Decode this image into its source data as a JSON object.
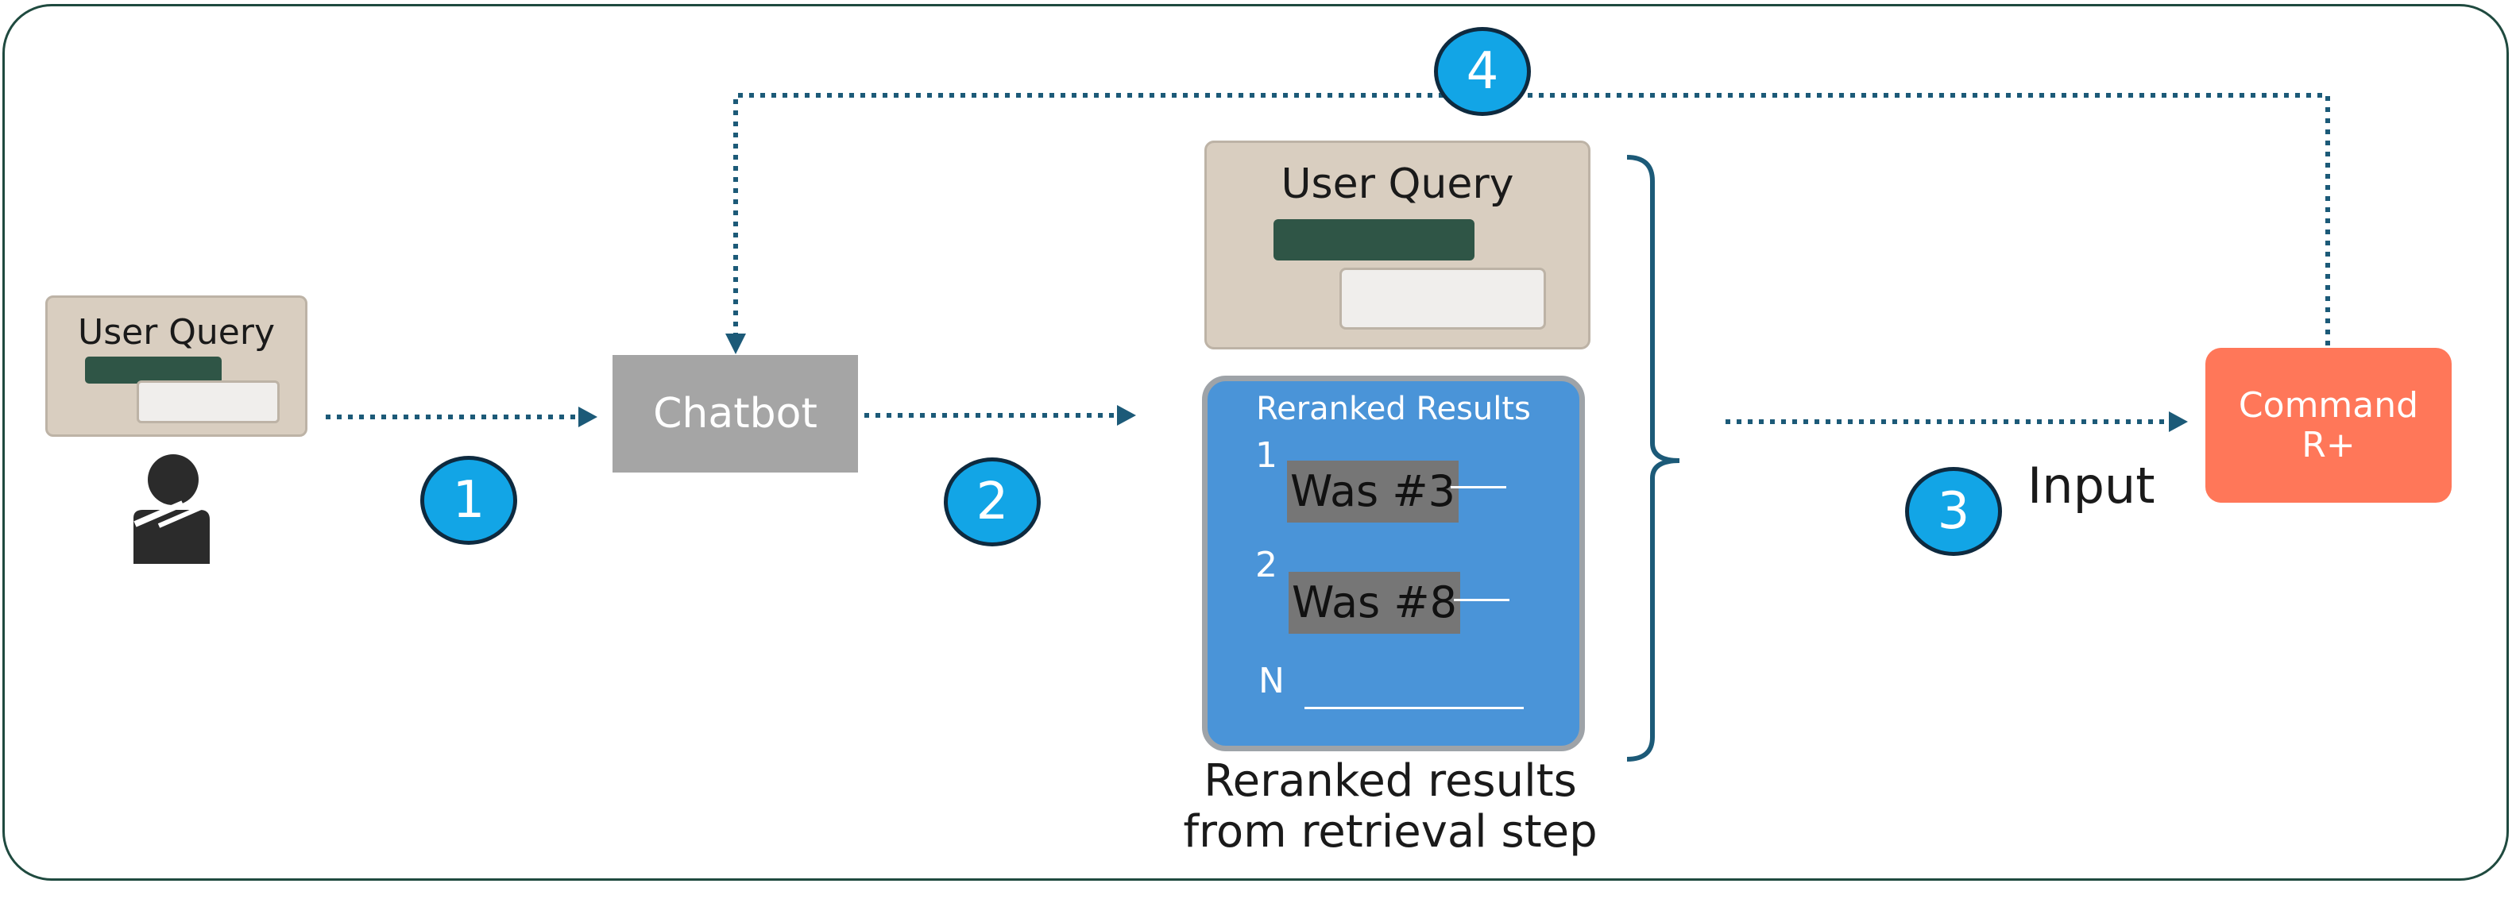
{
  "user_query_small": {
    "title": "User Query"
  },
  "chatbot": {
    "label": "Chatbot"
  },
  "user_query_large": {
    "title": "User Query"
  },
  "reranked_card": {
    "title": "Reranked Results",
    "items": [
      {
        "rank": "1",
        "label": "Was #3"
      },
      {
        "rank": "2",
        "label": "Was #8"
      },
      {
        "rank": "N",
        "label": ""
      }
    ]
  },
  "caption": {
    "line1": "Reranked results",
    "line2": "from retrieval step"
  },
  "command": {
    "line1": "Command",
    "line2": "R+"
  },
  "input_label": "Input",
  "steps": [
    "1",
    "2",
    "3",
    "4"
  ],
  "colors": {
    "accent_blue": "#12a5e6",
    "arrow": "#1c5a78",
    "command_orange": "#ff7759",
    "card_beige": "#d9cec0",
    "dark_green": "#2f5546",
    "results_blue": "#4a94d8"
  },
  "icons": [
    "person-icon",
    "arrow-right-icon",
    "bracket-icon"
  ]
}
